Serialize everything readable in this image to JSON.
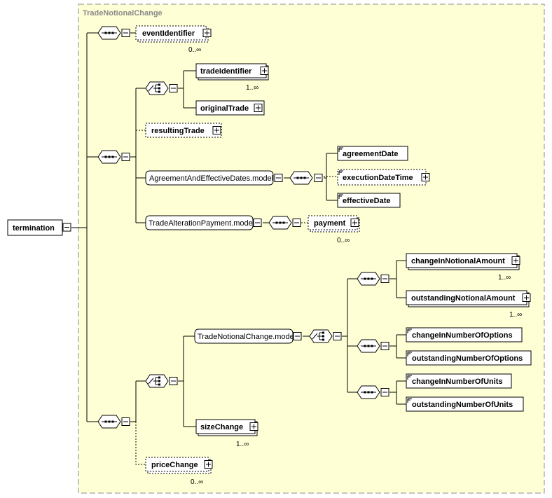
{
  "title": "TradeNotionalChange",
  "root": "termination",
  "elements": {
    "eventIdentifier": {
      "label": "eventIdentifier",
      "card": "0..∞"
    },
    "tradeIdentifier": {
      "label": "tradeIdentifier",
      "card": "1..∞"
    },
    "originalTrade": {
      "label": "originalTrade"
    },
    "resultingTrade": {
      "label": "resultingTrade"
    },
    "agreementDate": {
      "label": "agreementDate"
    },
    "executionDateTime": {
      "label": "executionDateTime"
    },
    "effectiveDate": {
      "label": "effectiveDate"
    },
    "payment": {
      "label": "payment",
      "card": "0..∞"
    },
    "changeInNotionalAmount": {
      "label": "changeInNotionalAmount",
      "card": "1..∞"
    },
    "outstandingNotionalAmount": {
      "label": "outstandingNotionalAmount",
      "card": "1..∞"
    },
    "changeInNumberOfOptions": {
      "label": "changeInNumberOfOptions"
    },
    "outstandingNumberOfOptions": {
      "label": "outstandingNumberOfOptions"
    },
    "changeInNumberOfUnits": {
      "label": "changeInNumberOfUnits"
    },
    "outstandingNumberOfUnits": {
      "label": "outstandingNumberOfUnits"
    },
    "sizeChange": {
      "label": "sizeChange",
      "card": "1..∞"
    },
    "priceChange": {
      "label": "priceChange",
      "card": "0..∞"
    }
  },
  "groups": {
    "agreementModel": "AgreementAndEffectiveDates.model",
    "paymentModel": "TradeAlterationPayment.model",
    "notionalModel": "TradeNotionalChange.model"
  }
}
